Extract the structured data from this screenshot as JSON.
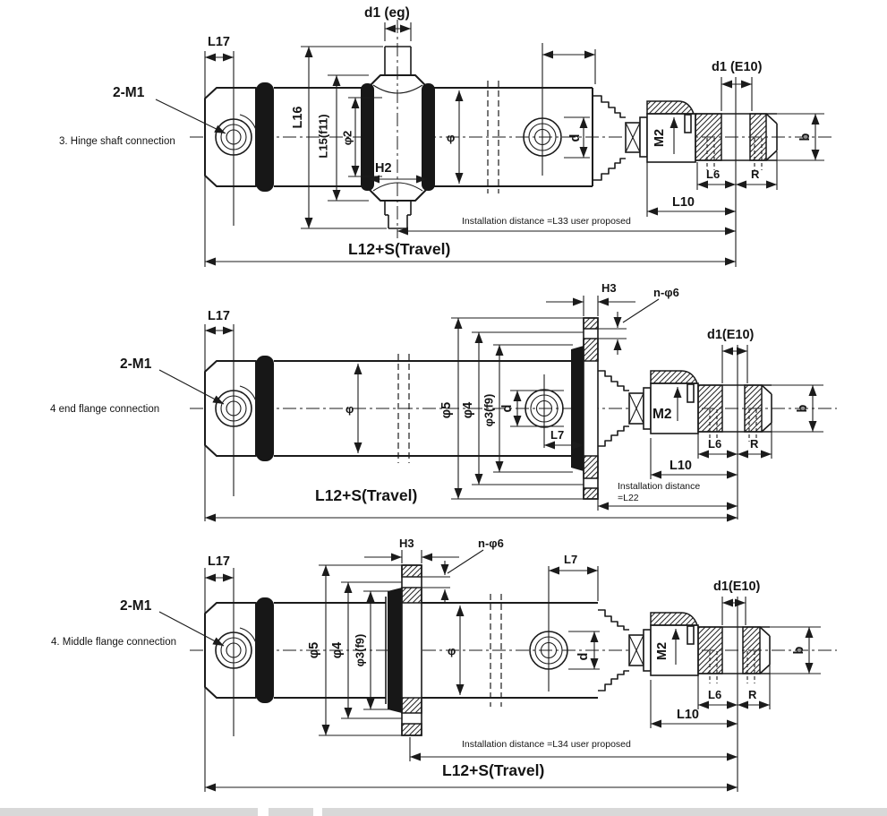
{
  "page": {
    "background": "#ffffff",
    "line_color": "#1b1b1b",
    "footer_bar_color": "#d8d8d8"
  },
  "views": [
    {
      "caption": "3. Hinge shaft connection",
      "labels": {
        "pin_thread": "2-M1",
        "l17": "L17",
        "d1_top": "d1 (eg)",
        "l16": "L16",
        "l15": "L15(f11)",
        "phi2": "φ2",
        "h2": "H2",
        "phi": "φ",
        "d": "d",
        "d1_rod": "d1 (E10)",
        "m2": "M2",
        "b": "b",
        "l6": "L6",
        "r": "R",
        "l10": "L10",
        "install": "Installation distance =L33 user proposed",
        "travel": "L12+S(Travel)"
      }
    },
    {
      "caption": "4 end flange connection",
      "labels": {
        "pin_thread": "2-M1",
        "l17": "L17",
        "h3": "H3",
        "n_phi6": "n-φ6",
        "d1_rod": "d1(E10)",
        "phi": "φ",
        "phi5": "φ5",
        "phi4": "φ4",
        "phi3": "φ3(f9)",
        "d": "d",
        "l7": "L7",
        "m2": "M2",
        "b": "b",
        "l6": "L6",
        "r": "R",
        "l10": "L10",
        "install_1": "Installation distance",
        "install_2": "=L22",
        "travel": "L12+S(Travel)"
      }
    },
    {
      "caption": "4. Middle flange connection",
      "labels": {
        "pin_thread": "2-M1",
        "l17": "L17",
        "h3": "H3",
        "n_phi6": "n-φ6",
        "l7": "L7",
        "phi5": "φ5",
        "phi4": "φ4",
        "phi3": "φ3(f9)",
        "phi": "φ",
        "d": "d",
        "d1_rod": "d1(E10)",
        "m2": "M2",
        "b": "b",
        "l6": "L6",
        "r": "R",
        "l10": "L10",
        "install": "Installation distance =L34 user proposed",
        "travel": "L12+S(Travel)"
      }
    }
  ]
}
